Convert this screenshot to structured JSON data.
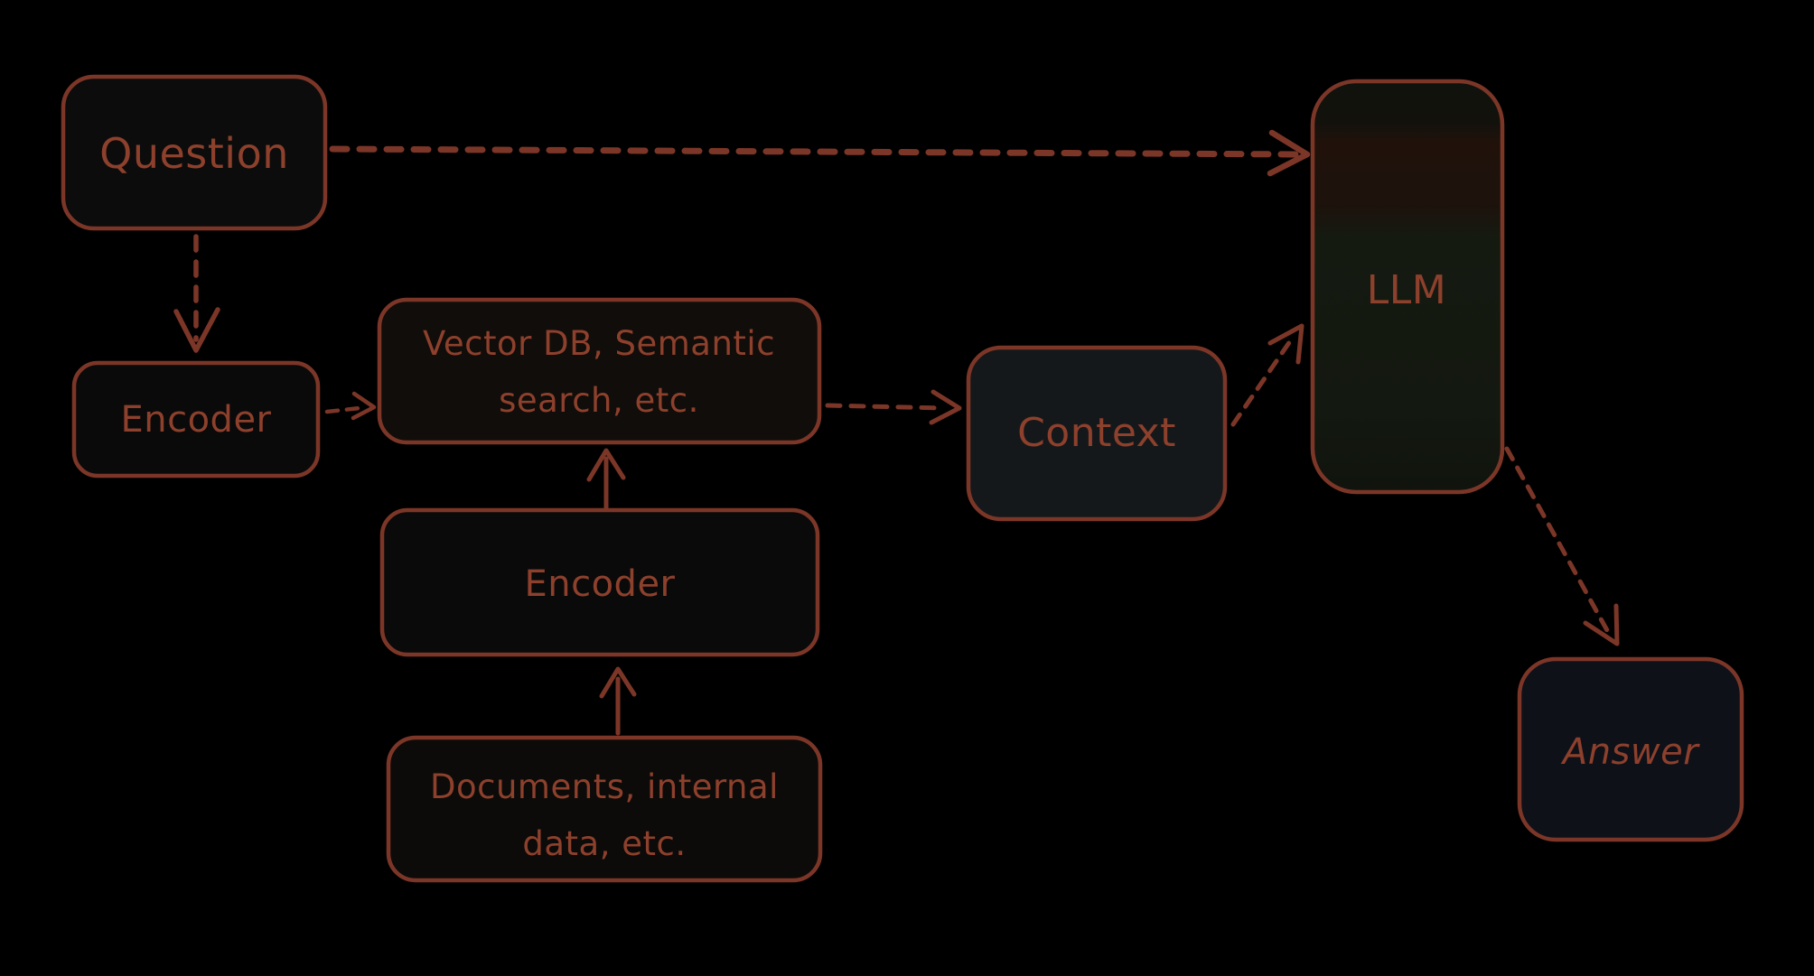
{
  "colors": {
    "background": "#000000",
    "node_stroke": "#7c3627",
    "label_text": "#8d402c"
  },
  "nodes": {
    "question": {
      "label": "Question"
    },
    "query_encoder": {
      "label": "Encoder"
    },
    "vector_db": {
      "lines": [
        "Vector DB, Semantic",
        "search, etc."
      ]
    },
    "context": {
      "label": "Context"
    },
    "llm": {
      "label": "LLM"
    },
    "doc_encoder": {
      "label": "Encoder"
    },
    "documents": {
      "lines": [
        "Documents, internal",
        "data, etc."
      ]
    },
    "answer": {
      "label": "Answer"
    }
  },
  "edges": [
    {
      "from": "question",
      "to": "llm",
      "style": "dashed"
    },
    {
      "from": "question",
      "to": "query_encoder",
      "style": "dashed"
    },
    {
      "from": "query_encoder",
      "to": "vector_db",
      "style": "dashed"
    },
    {
      "from": "vector_db",
      "to": "context",
      "style": "dashed"
    },
    {
      "from": "context",
      "to": "llm",
      "style": "dashed"
    },
    {
      "from": "llm",
      "to": "answer",
      "style": "dashed"
    },
    {
      "from": "doc_encoder",
      "to": "vector_db",
      "style": "solid"
    },
    {
      "from": "documents",
      "to": "doc_encoder",
      "style": "solid"
    }
  ]
}
